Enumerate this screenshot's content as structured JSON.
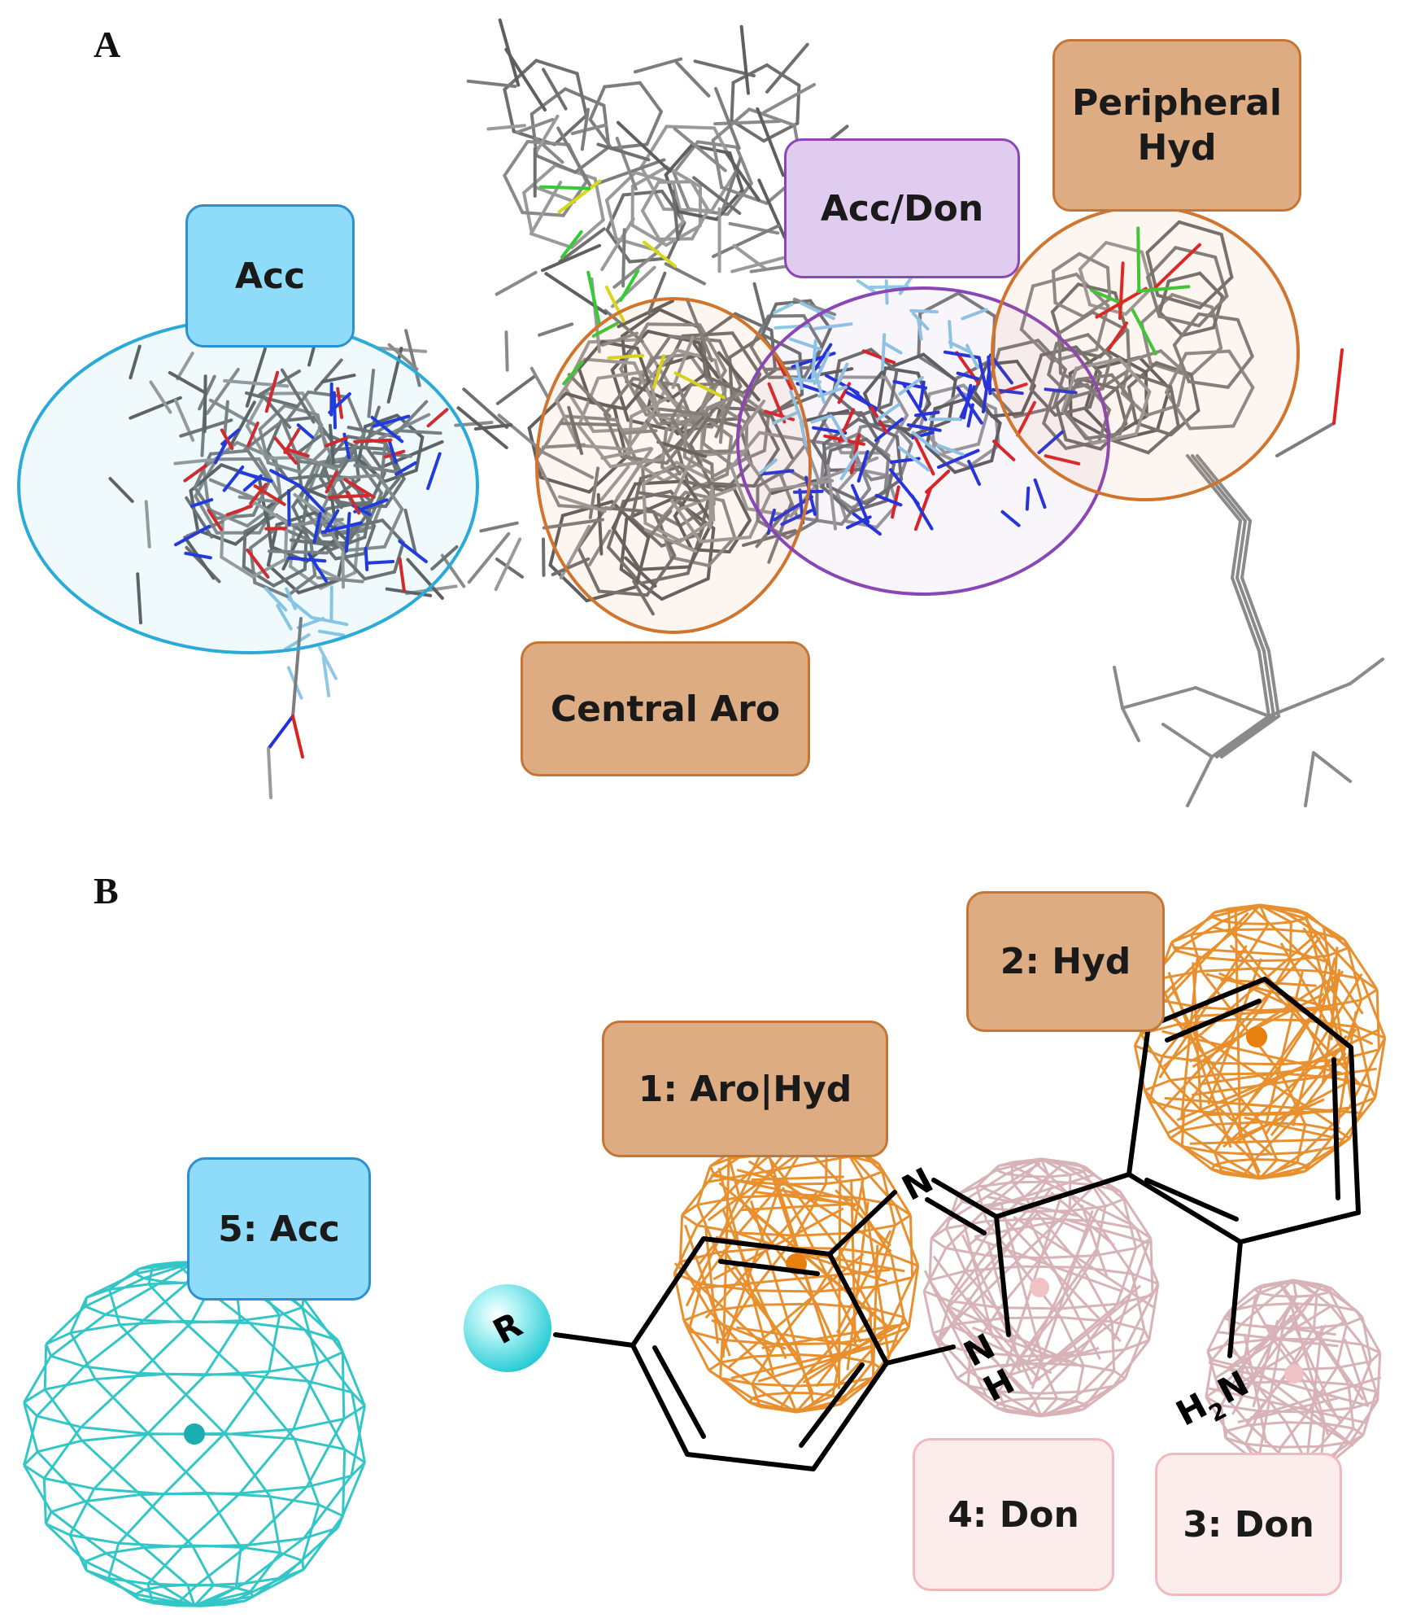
{
  "panels": {
    "a": {
      "letter": "A"
    },
    "b": {
      "letter": "B"
    }
  },
  "labels_a": {
    "acc": "Acc",
    "central_aro": "Central Aro",
    "acc_don": "Acc/Don",
    "peripheral_hyd_line1": "Peripheral",
    "peripheral_hyd_line2": "Hyd"
  },
  "labels_b": {
    "feature1": "1: Aro|Hyd",
    "feature2": "2: Hyd",
    "feature3": "3: Don",
    "feature4": "4: Don",
    "feature5": "5: Acc"
  },
  "molecule_b": {
    "r_group": "R",
    "n_imine": "N",
    "nh_n": "N",
    "nh_h": "H",
    "amine_h": "H",
    "amine_sub": "2",
    "amine_n": "N"
  },
  "colors": {
    "aro_fill": "#ddac82",
    "aro_border": "#c67534",
    "acc_fill": "#8fdcfa",
    "acc_border": "#2b8fd0",
    "mix_fill": "#dfccef",
    "mix_border": "#8a46b5",
    "don_fill": "#fdecec",
    "don_border": "#f2b9bd",
    "orange_cage": "#e88f2e",
    "pink_cage": "#d7b3b7",
    "cyan_cage": "#34c6c6",
    "carbon": "#7d7d7d",
    "nitrogen": "#2233dd",
    "oxygen": "#dd2222",
    "sulfur": "#d8d81a",
    "chlorine": "#33cc33",
    "hbond": "#8fc8e6"
  }
}
